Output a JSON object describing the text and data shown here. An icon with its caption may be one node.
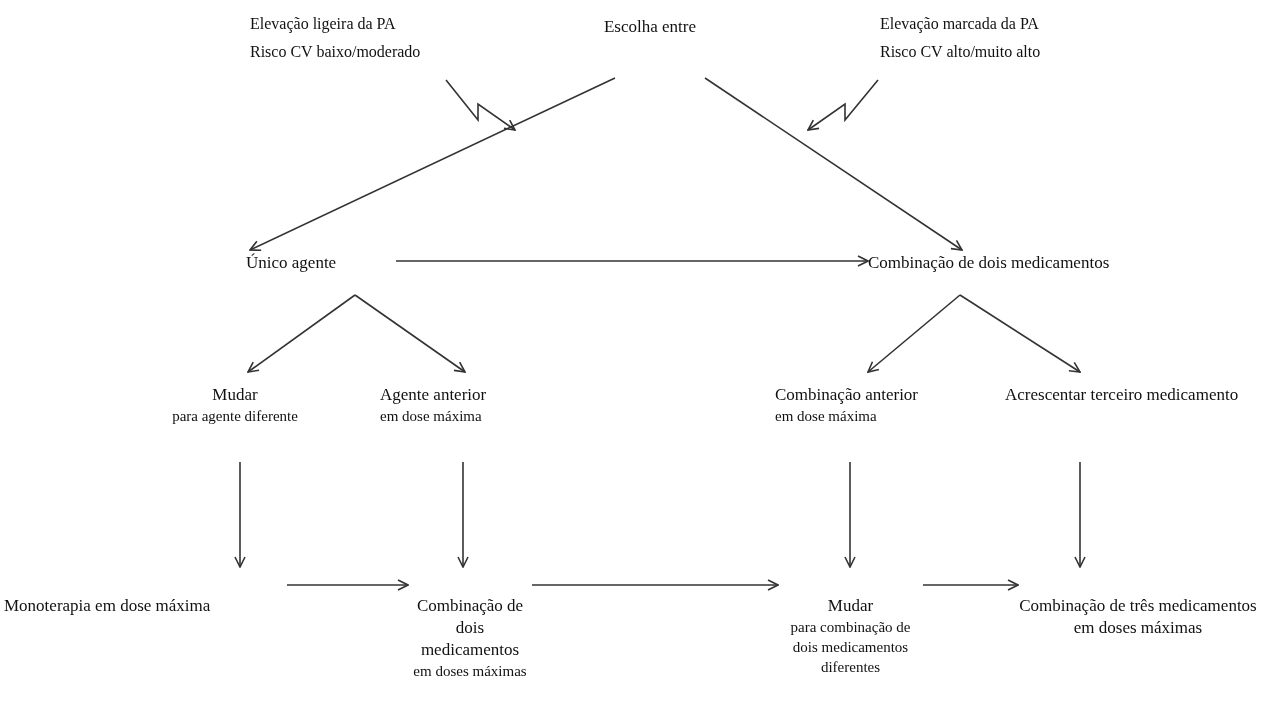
{
  "diagram": {
    "nodes": [
      {
        "text": [
          "Elevação ligeira da PA",
          "Risco CV baixo/moderado"
        ]
      },
      {
        "text": [
          "Escolha entre"
        ]
      },
      {
        "text": [
          "Elevação marcada da PA",
          "Risco CV alto/muito alto"
        ]
      },
      {
        "text": [
          "Único agente"
        ]
      },
      {
        "text": [
          "Combinação de dois medicamentos"
        ]
      },
      {
        "text": [
          "Mudar",
          "para agente diferente"
        ]
      },
      {
        "text": [
          "Agente anterior",
          "em dose máxima"
        ]
      },
      {
        "text": [
          "Combinação anterior",
          "em dose máxima"
        ]
      },
      {
        "text": [
          "Acrescentar terceiro medicamento"
        ]
      },
      {
        "text": [
          "Monoterapia em dose máxima"
        ]
      },
      {
        "text": [
          "Combinação de dois medicamentos",
          "em doses máximas"
        ]
      },
      {
        "text": [
          "Mudar",
          "para combinação de dois medicamentos diferentes"
        ]
      },
      {
        "text": [
          "Combinação de três medicamentos em doses máximas"
        ]
      }
    ],
    "edges": [
      {
        "from": 1,
        "to": 3,
        "arrow": "to"
      },
      {
        "from": 1,
        "to": 4,
        "arrow": "to"
      },
      {
        "from": 0,
        "to": null,
        "arrow": "to"
      },
      {
        "from": 2,
        "to": null,
        "arrow": "to"
      },
      {
        "from": 3,
        "to": 4,
        "arrow": "to"
      },
      {
        "from": 3,
        "to": 5,
        "arrow": "to"
      },
      {
        "from": 3,
        "to": 6,
        "arrow": "to"
      },
      {
        "from": 4,
        "to": 7,
        "arrow": "to"
      },
      {
        "from": 4,
        "to": 8,
        "arrow": "to"
      },
      {
        "from": 5,
        "to": 9,
        "arrow": "to"
      },
      {
        "from": 6,
        "to": 10,
        "arrow": "to"
      },
      {
        "from": 7,
        "to": 11,
        "arrow": "to"
      },
      {
        "from": 8,
        "to": 12,
        "arrow": "to"
      },
      {
        "from": 9,
        "to": 10,
        "arrow": "to"
      },
      {
        "from": 10,
        "to": 11,
        "arrow": "to"
      },
      {
        "from": 11,
        "to": 12,
        "arrow": "to"
      }
    ]
  }
}
